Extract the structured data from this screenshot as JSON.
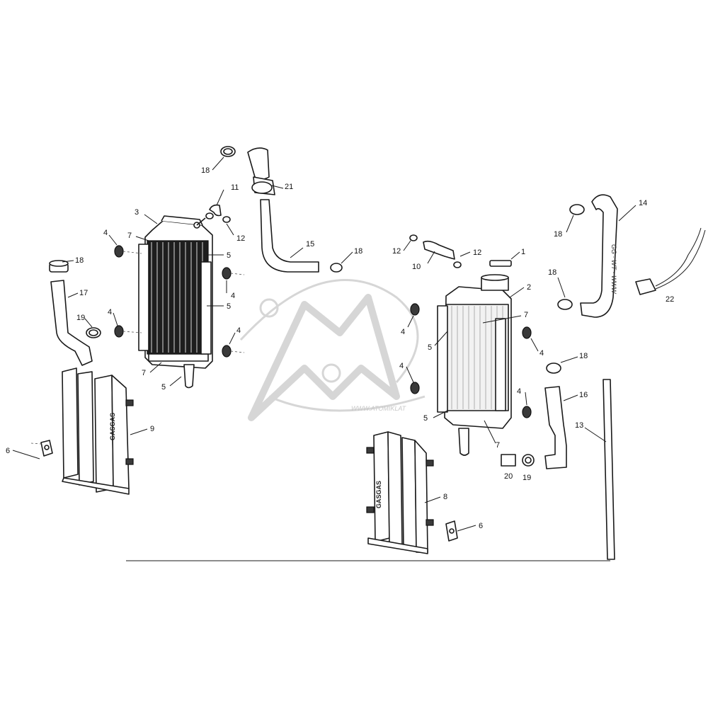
{
  "watermark": {
    "text": "WWW.ATOMIKLAT"
  },
  "callouts": [
    {
      "id": "c1",
      "label": "1"
    },
    {
      "id": "c2",
      "label": "2"
    },
    {
      "id": "c3",
      "label": "3"
    },
    {
      "id": "c4a",
      "label": "4"
    },
    {
      "id": "c4b",
      "label": "4"
    },
    {
      "id": "c4c",
      "label": "4"
    },
    {
      "id": "c4d",
      "label": "4"
    },
    {
      "id": "c4e",
      "label": "4"
    },
    {
      "id": "c4f",
      "label": "4"
    },
    {
      "id": "c4g",
      "label": "4"
    },
    {
      "id": "c4h",
      "label": "4"
    },
    {
      "id": "c5a",
      "label": "5"
    },
    {
      "id": "c5b",
      "label": "5"
    },
    {
      "id": "c5c",
      "label": "5"
    },
    {
      "id": "c5d",
      "label": "5"
    },
    {
      "id": "c6a",
      "label": "6"
    },
    {
      "id": "c6b",
      "label": "6"
    },
    {
      "id": "c7a",
      "label": "7"
    },
    {
      "id": "c7b",
      "label": "7"
    },
    {
      "id": "c7c",
      "label": "7"
    },
    {
      "id": "c7d",
      "label": "7"
    },
    {
      "id": "c8",
      "label": "8"
    },
    {
      "id": "c9",
      "label": "9"
    },
    {
      "id": "c10",
      "label": "10"
    },
    {
      "id": "c11",
      "label": "11"
    },
    {
      "id": "c12a",
      "label": "12"
    },
    {
      "id": "c12b",
      "label": "12"
    },
    {
      "id": "c12c",
      "label": "12"
    },
    {
      "id": "c13",
      "label": "13"
    },
    {
      "id": "c14",
      "label": "14"
    },
    {
      "id": "c15",
      "label": "15"
    },
    {
      "id": "c16",
      "label": "16"
    },
    {
      "id": "c17",
      "label": "17"
    },
    {
      "id": "c18a",
      "label": "18"
    },
    {
      "id": "c18b",
      "label": "18"
    },
    {
      "id": "c18c",
      "label": "18"
    },
    {
      "id": "c18d",
      "label": "18"
    },
    {
      "id": "c18e",
      "label": "18"
    },
    {
      "id": "c18f",
      "label": "18"
    },
    {
      "id": "c19a",
      "label": "19"
    },
    {
      "id": "c19b",
      "label": "19"
    },
    {
      "id": "c20",
      "label": "20"
    },
    {
      "id": "c21",
      "label": "21"
    },
    {
      "id": "c22",
      "label": "22"
    }
  ],
  "guard_left_brand": "GASGAS",
  "guard_right_brand": "GASGAS",
  "hose_print": "GG · WT · WWW"
}
